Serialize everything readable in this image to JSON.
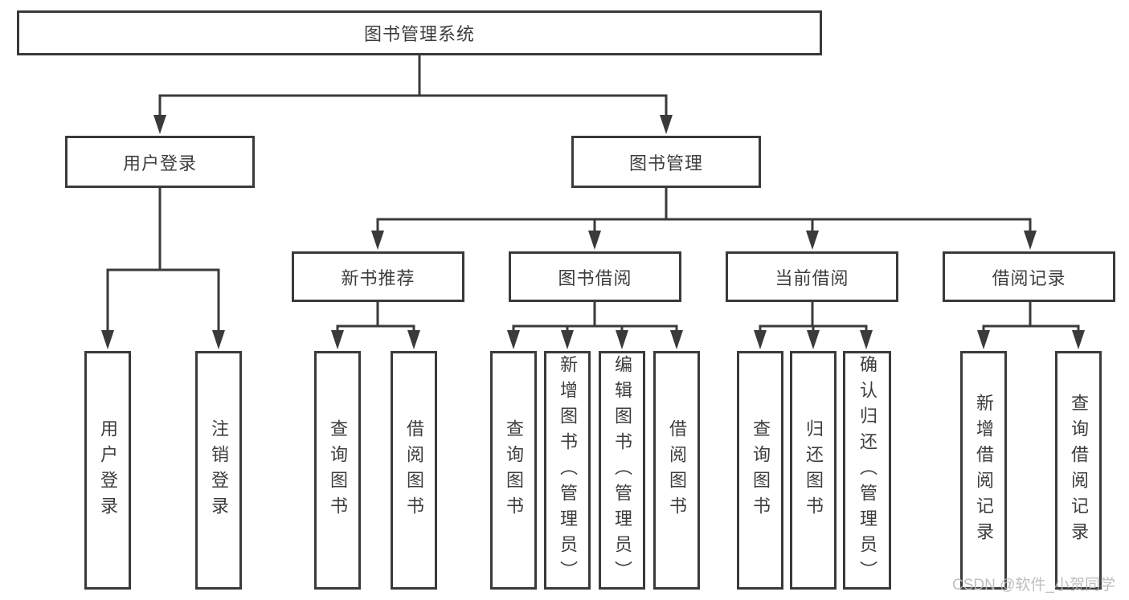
{
  "diagram": {
    "root": {
      "label": "图书管理系统"
    },
    "modules": [
      {
        "label": "用户登录",
        "children": [
          {
            "label": "用户登录"
          },
          {
            "label": "注销登录"
          }
        ]
      },
      {
        "label": "图书管理",
        "submodules": [
          {
            "label": "新书推荐",
            "children": [
              {
                "label": "查询图书"
              },
              {
                "label": "借阅图书"
              }
            ]
          },
          {
            "label": "图书借阅",
            "children": [
              {
                "label": "查询图书"
              },
              {
                "label": "新增图书（管理员）"
              },
              {
                "label": "编辑图书（管理员）"
              },
              {
                "label": "借阅图书"
              }
            ]
          },
          {
            "label": "当前借阅",
            "children": [
              {
                "label": "查询图书"
              },
              {
                "label": "归还图书"
              },
              {
                "label": "确认归还（管理员）"
              }
            ]
          },
          {
            "label": "借阅记录",
            "children": [
              {
                "label": "新增借阅记录"
              },
              {
                "label": "查询借阅记录"
              }
            ]
          }
        ]
      }
    ]
  },
  "watermark": {
    "text": "CSDN @软件_小贺同学"
  },
  "colors": {
    "line": "#3a3a3a",
    "text": "#3d3d3d",
    "background": "#ffffff",
    "watermark": "#b7b7b7"
  }
}
